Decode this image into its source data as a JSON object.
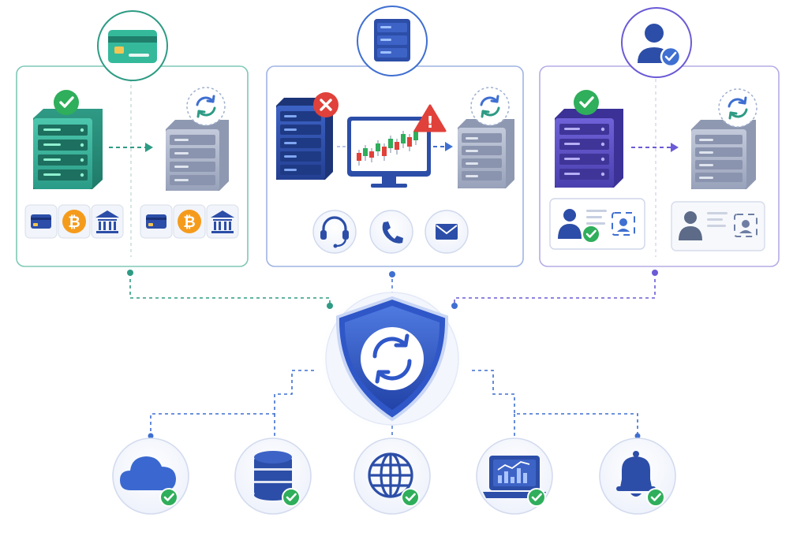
{
  "diagram": {
    "panels": [
      {
        "id": "payments",
        "accent": "#2e9b84",
        "header_icon": "credit-card-icon",
        "primary_server": {
          "status": "healthy",
          "status_icon": "check-circle-icon"
        },
        "backup_server": {
          "status": "syncing",
          "status_icon": "sync-icon"
        },
        "primary_methods": [
          "credit-card-icon",
          "bitcoin-icon",
          "bank-icon"
        ],
        "backup_methods": [
          "credit-card-icon",
          "bitcoin-icon",
          "bank-icon"
        ],
        "bitcoin_symbol": "₿"
      },
      {
        "id": "trading",
        "accent": "#3f6fd1",
        "header_icon": "server-rack-icon",
        "primary_server": {
          "status": "failed",
          "status_icon": "error-x-icon"
        },
        "monitor": {
          "icon": "candlestick-chart-icon",
          "alert_icon": "warning-icon",
          "alert_symbol": "!"
        },
        "backup_server": {
          "status": "syncing",
          "status_icon": "sync-icon"
        },
        "support_channels": [
          "headset-icon",
          "phone-icon",
          "email-icon"
        ]
      },
      {
        "id": "identity",
        "accent": "#6b5bd6",
        "header_icon": "verified-user-icon",
        "primary_server": {
          "status": "healthy",
          "status_icon": "check-circle-icon"
        },
        "backup_server": {
          "status": "syncing",
          "status_icon": "sync-icon"
        },
        "primary_card": {
          "icon": "id-card-icon",
          "verified": true
        },
        "backup_card": {
          "icon": "id-card-icon",
          "verified": false
        }
      }
    ],
    "hub": {
      "icon": "shield-sync-icon",
      "color": "#2f57c8"
    },
    "services": [
      {
        "name": "cloud",
        "icon": "cloud-icon",
        "status": "check-circle-icon"
      },
      {
        "name": "database",
        "icon": "database-icon",
        "status": "check-circle-icon"
      },
      {
        "name": "web",
        "icon": "globe-icon",
        "status": "check-circle-icon"
      },
      {
        "name": "analytics",
        "icon": "laptop-chart-icon",
        "status": "check-circle-icon"
      },
      {
        "name": "notifications",
        "icon": "bell-icon",
        "status": "check-circle-icon"
      }
    ],
    "colors": {
      "green": "#2e9b84",
      "blue": "#3f6fd1",
      "purple": "#6b5bd6",
      "ok": "#2fae5b",
      "error": "#e0413a",
      "navy": "#2c4ea8",
      "gray_server": "#a7b0c6"
    }
  }
}
